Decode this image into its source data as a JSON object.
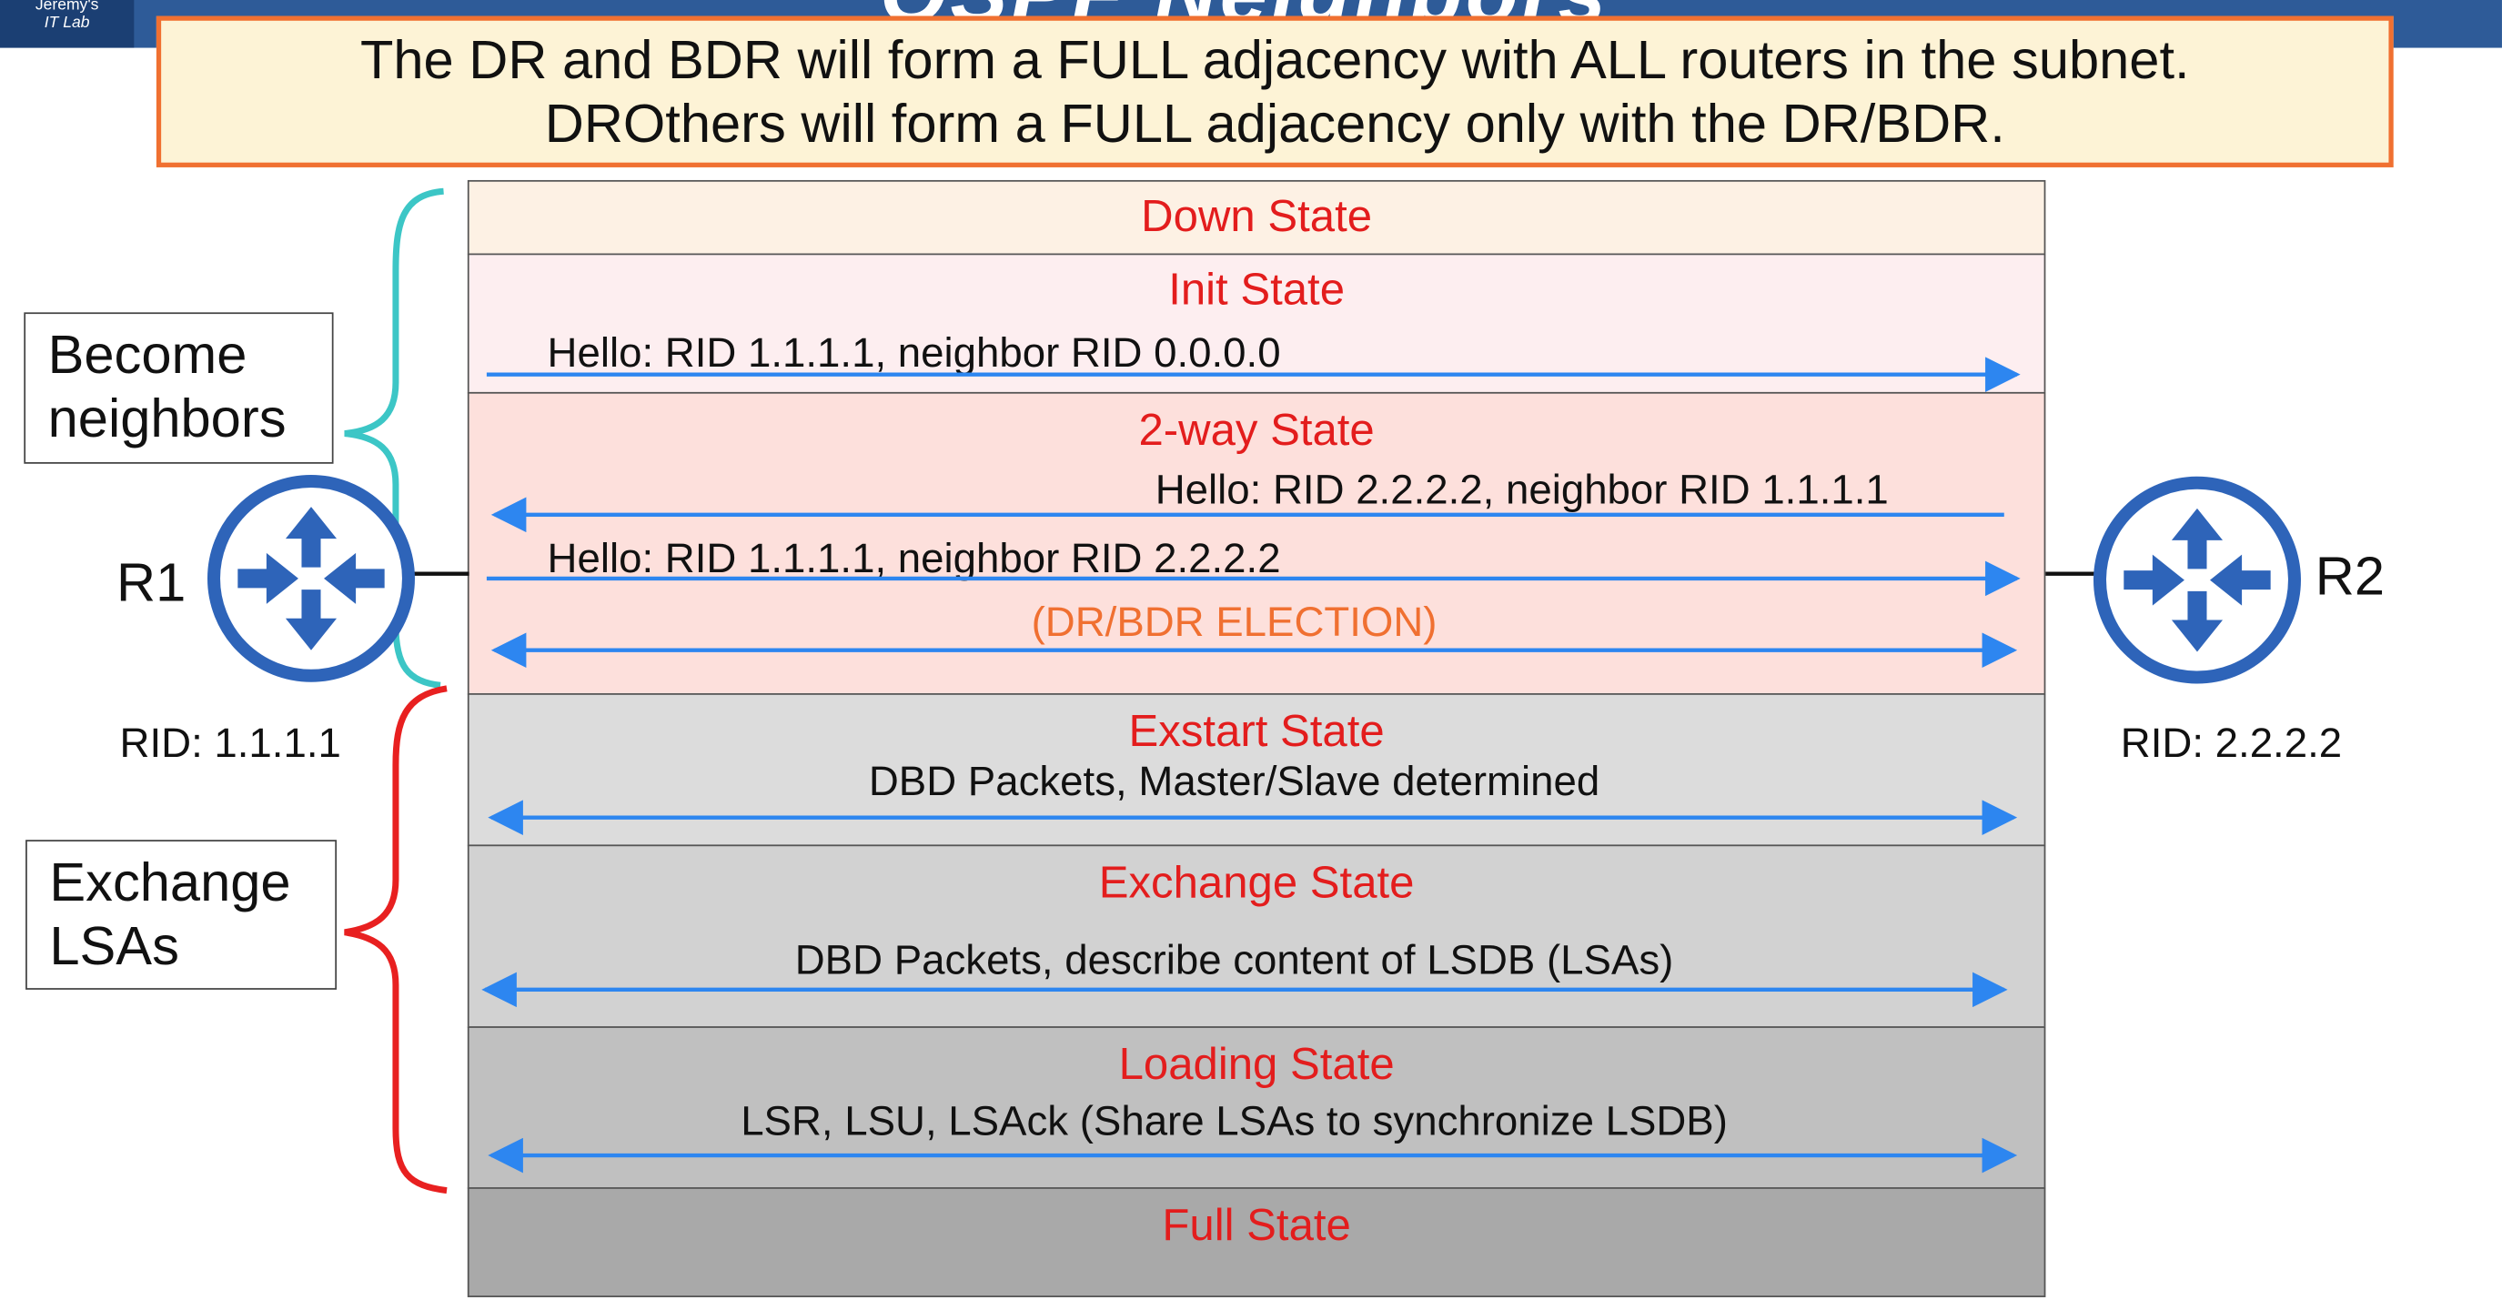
{
  "header": {
    "title": "OSPF Neighbors",
    "logo_line1": "Jeremy's",
    "logo_line2": "IT Lab"
  },
  "callout": {
    "line1": "The DR and BDR will form a FULL adjacency with ALL routers in the subnet.",
    "line2": "DROthers will form a FULL adjacency only with the DR/BDR."
  },
  "groups": {
    "become_neighbors": [
      "Become",
      "neighbors"
    ],
    "exchange_lsas": [
      "Exchange",
      "LSAs"
    ]
  },
  "routers": {
    "r1": {
      "name": "R1",
      "rid": "RID: 1.1.1.1",
      "icon": "router-icon"
    },
    "r2": {
      "name": "R2",
      "rid": "RID: 2.2.2.2",
      "icon": "router-icon"
    }
  },
  "states": {
    "down": {
      "title": "Down State"
    },
    "init": {
      "title": "Init State",
      "msg": "Hello: RID 1.1.1.1, neighbor RID 0.0.0.0"
    },
    "twoway": {
      "title": "2-way State",
      "msg_from_r2": "Hello: RID 2.2.2.2, neighbor RID 1.1.1.1",
      "msg_from_r1": "Hello: RID 1.1.1.1, neighbor RID 2.2.2.2",
      "election": "(DR/BDR ELECTION)"
    },
    "exstart": {
      "title": "Exstart State",
      "msg": "DBD Packets, Master/Slave determined"
    },
    "exchange": {
      "title": "Exchange State",
      "msg": "DBD Packets, describe content of LSDB (LSAs)"
    },
    "loading": {
      "title": "Loading State",
      "msg": "LSR, LSU, LSAck (Share LSAs to synchronize LSDB)"
    },
    "full": {
      "title": "Full State"
    }
  },
  "colors": {
    "state_title": "#e31d1d",
    "election": "#f07031",
    "arrow": "#2d86f0",
    "router": "#2e64b9",
    "brace_neighbors": "#3cc6c6",
    "brace_exchange": "#e82020",
    "callout_border": "#f07031",
    "callout_bg": "#fdf3d6"
  }
}
